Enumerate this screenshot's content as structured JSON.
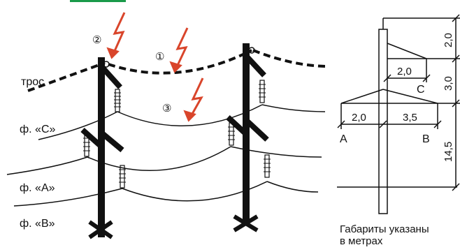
{
  "left": {
    "labels": {
      "tros": "трос",
      "phase_c": "ф. «С»",
      "phase_a": "ф. «А»",
      "phase_b": "ф. «В»"
    },
    "strike_markers": [
      "①",
      "②",
      "③"
    ]
  },
  "right": {
    "dimensions": {
      "top": "2,0",
      "upper_arm": "2,0",
      "middle": "3,0",
      "arm_a": "2,0",
      "arm_b": "3,5",
      "height": "14,5"
    },
    "phase_labels": {
      "a": "A",
      "b": "B",
      "c": "C"
    },
    "note_line1": "Габариты указаны",
    "note_line2": "в метрах"
  },
  "colors": {
    "lightning": "#d9452b",
    "line": "#111111",
    "accent": "#1a9a4a"
  }
}
